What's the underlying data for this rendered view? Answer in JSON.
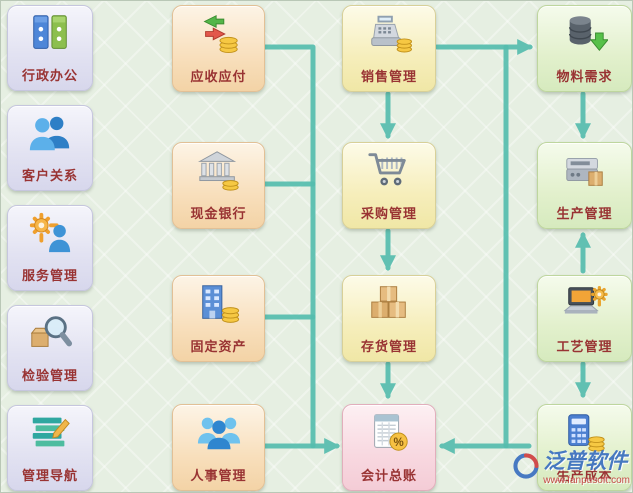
{
  "palette": {
    "bg_color": "#e6efe2",
    "arrow_color": "#56bdae",
    "label_color": "#993333",
    "card_lavender": "#e3e3f2",
    "card_orange": "#f8dfbc",
    "card_yellow": "#f6eebb",
    "card_pink": "#f8d8e0",
    "card_green": "#e2f0cc"
  },
  "sidebar": {
    "items": [
      {
        "label": "行政办公",
        "icon": "binders-icon"
      },
      {
        "label": "客户关系",
        "icon": "two-people-icon"
      },
      {
        "label": "服务管理",
        "icon": "gear-person-icon"
      },
      {
        "label": "检验管理",
        "icon": "magnifier-box-icon"
      },
      {
        "label": "管理导航",
        "icon": "stacked-boards-icon"
      }
    ]
  },
  "columns": {
    "finance": {
      "items": [
        {
          "label": "应收应付",
          "icon": "exchange-arrows-coins-icon"
        },
        {
          "label": "现金银行",
          "icon": "bank-coins-icon"
        },
        {
          "label": "固定资产",
          "icon": "building-coins-icon"
        },
        {
          "label": "人事管理",
          "icon": "people-group-icon"
        }
      ]
    },
    "trade": {
      "items": [
        {
          "label": "销售管理",
          "icon": "cash-register-icon"
        },
        {
          "label": "采购管理",
          "icon": "shopping-cart-icon"
        },
        {
          "label": "存货管理",
          "icon": "boxes-icon"
        },
        {
          "label": "会计总账",
          "icon": "ledger-percent-icon"
        }
      ]
    },
    "production": {
      "items": [
        {
          "label": "物料需求",
          "icon": "database-arrow-icon"
        },
        {
          "label": "生产管理",
          "icon": "machine-box-icon"
        },
        {
          "label": "工艺管理",
          "icon": "laptop-gear-icon"
        },
        {
          "label": "生产成本",
          "icon": "calculator-coins-icon"
        }
      ]
    }
  },
  "flows": [
    {
      "from": "销售管理",
      "to": "物料需求"
    },
    {
      "from": "销售管理",
      "to": "采购管理"
    },
    {
      "from": "物料需求",
      "to": "生产管理"
    },
    {
      "from": "采购管理",
      "to": "存货管理"
    },
    {
      "from": "存货管理",
      "to": "会计总账"
    },
    {
      "from": "工艺管理",
      "to": "生产管理"
    },
    {
      "from": "工艺管理",
      "to": "生产成本"
    },
    {
      "from": "应收应付",
      "to": "会计总账"
    },
    {
      "from": "现金银行",
      "to": "会计总账"
    },
    {
      "from": "固定资产",
      "to": "会计总账"
    },
    {
      "from": "人事管理",
      "to": "会计总账"
    },
    {
      "from": "生产成本",
      "to": "会计总账"
    }
  ],
  "watermark": {
    "brand": "泛普软件",
    "url": "www.fanpusoft.com"
  }
}
